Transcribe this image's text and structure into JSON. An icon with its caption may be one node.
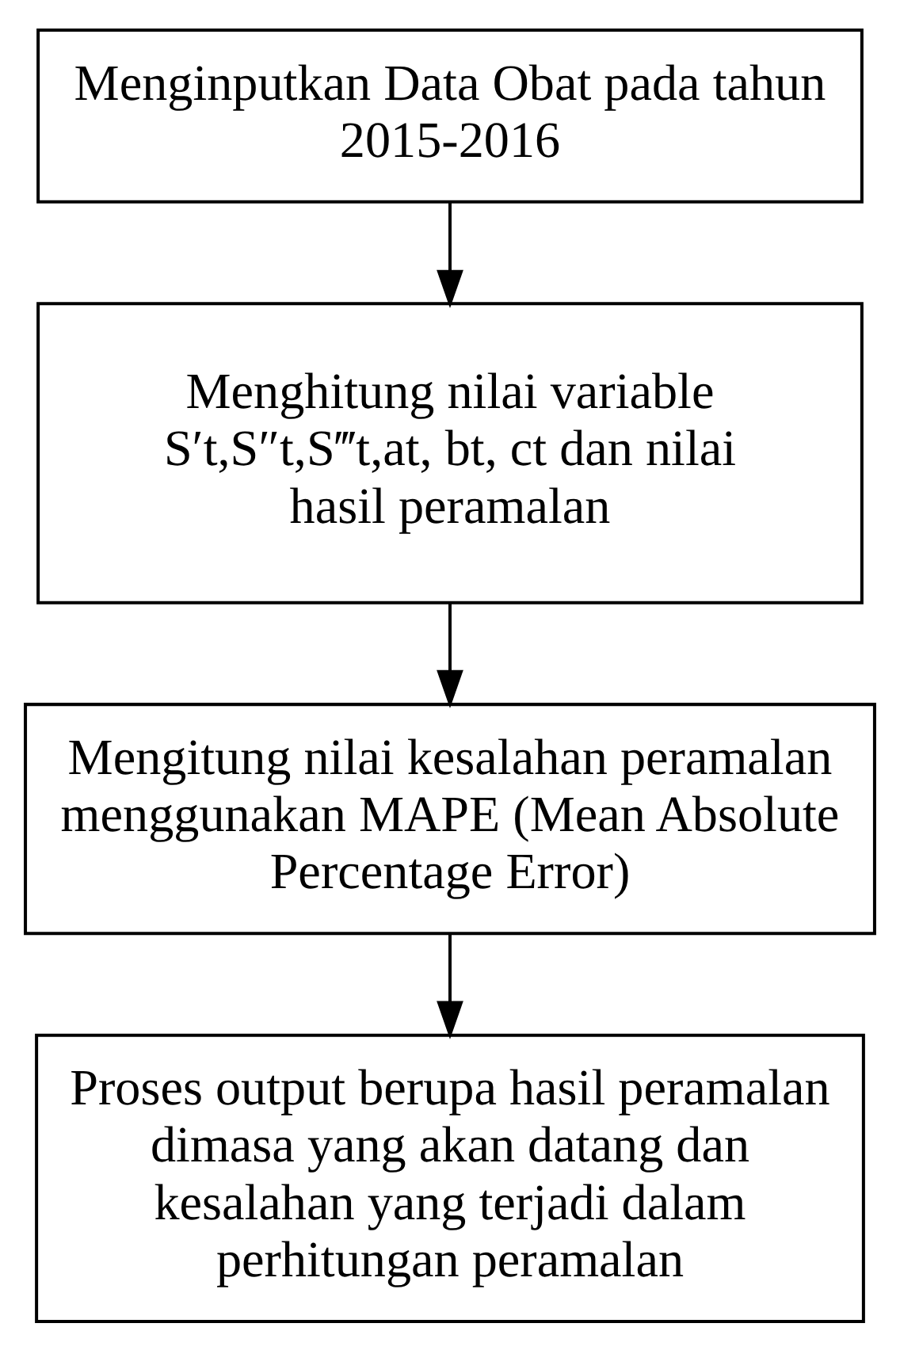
{
  "diagram": {
    "nodes": [
      {
        "text": [
          "Menginputkan Data Obat pada tahun 2015-2016"
        ]
      },
      {
        "text": [
          "Menghitung nilai variable S′t,S″t,S‴t,at, bt, ct dan nilai hasil peramalan"
        ]
      },
      {
        "text": [
          "Mengitung nilai kesalahan peramalan menggunakan MAPE (Mean Absolute Percentage Error)"
        ]
      },
      {
        "text": [
          "Proses output berupa hasil peramalan dimasa yang akan datang dan kesalahan yang terjadi dalam perhitungan peramalan"
        ]
      }
    ],
    "edges": [
      {
        "from": 0,
        "to": 1,
        "arrow": "to"
      },
      {
        "from": 1,
        "to": 2,
        "arrow": "to"
      },
      {
        "from": 2,
        "to": 3,
        "arrow": "to"
      }
    ]
  }
}
